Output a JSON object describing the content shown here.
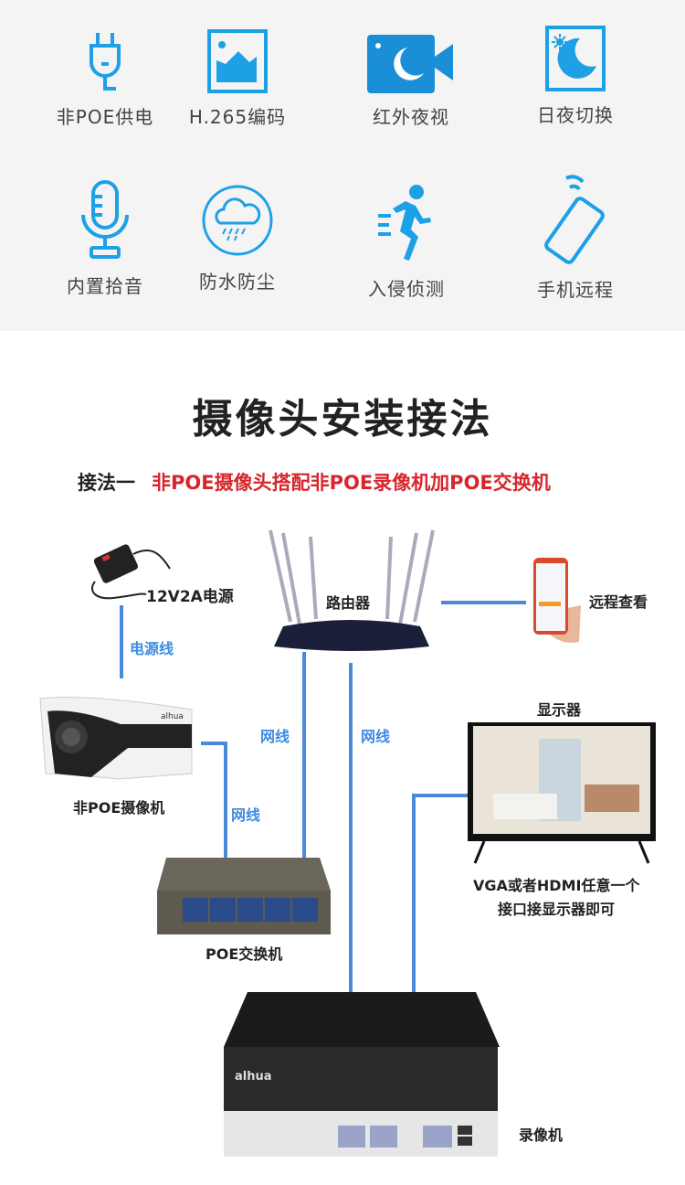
{
  "features": [
    {
      "label": "非POE供电",
      "icon": "plug-icon"
    },
    {
      "label": "H.265编码",
      "icon": "image-icon"
    },
    {
      "label": "红外夜视",
      "icon": "night-camera-icon"
    },
    {
      "label": "日夜切换",
      "icon": "day-night-icon"
    },
    {
      "label": "内置拾音",
      "icon": "microphone-icon"
    },
    {
      "label": "防水防尘",
      "icon": "rain-cloud-icon"
    },
    {
      "label": "入侵侦测",
      "icon": "running-man-icon"
    },
    {
      "label": "手机远程",
      "icon": "phone-signal-icon"
    }
  ],
  "title": "摄像头安装接法",
  "method": {
    "prefix": "接法一",
    "text": "非POE摄像头搭配非POE录像机加POE交换机"
  },
  "diagram": {
    "power": "12V2A电源",
    "power_cable": "电源线",
    "router": "路由器",
    "remote": "远程查看",
    "camera": "非POE摄像机",
    "cable1": "网线",
    "cable2": "网线",
    "cable3": "网线",
    "monitor": "显示器",
    "monitor_note1": "VGA或者HDMI任意一个",
    "monitor_note2": "接口接显示器即可",
    "switch": "POE交换机",
    "nvr": "录像机",
    "nvr_brand": "alhua"
  },
  "colors": {
    "accent": "#1ea0e6",
    "line": "#4a8ad8",
    "red": "#d8262c"
  }
}
